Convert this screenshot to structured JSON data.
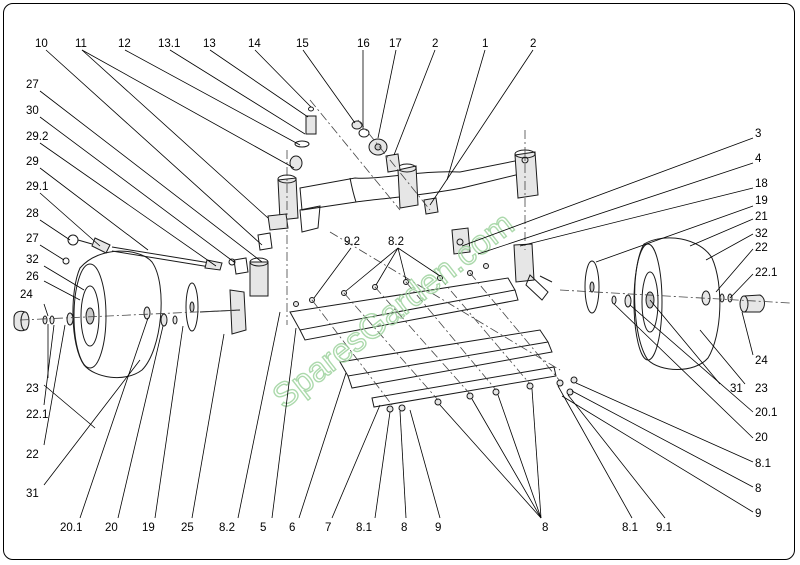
{
  "watermark": "SparesGarden.com",
  "labels": {
    "t10": "10",
    "t11": "11",
    "t12": "12",
    "t13_1": "13.1",
    "t13": "13",
    "t14": "14",
    "t15": "15",
    "t16": "16",
    "t17": "17",
    "t2a": "2",
    "t1": "1",
    "t2b": "2",
    "t27a": "27",
    "t30": "30",
    "t29_2": "29.2",
    "t29": "29",
    "t29_1": "29.1",
    "t28": "28",
    "t27b": "27",
    "t32l": "32",
    "t26": "26",
    "t24l": "24",
    "t23l": "23",
    "t22_1l": "22.1",
    "t22l": "22",
    "t31l": "31",
    "t3": "3",
    "t4": "4",
    "t18": "18",
    "t19r": "19",
    "t21": "21",
    "t32r": "32",
    "t22r": "22",
    "t22_1r": "22.1",
    "t24r": "24",
    "t31r": "31",
    "t23r": "23",
    "t20_1r": "20.1",
    "t20r": "20",
    "t8_1r": "8.1",
    "t8r": "8",
    "t9r": "9",
    "t9_2": "9.2",
    "t8_2t": "8.2",
    "b20_1": "20.1",
    "b20": "20",
    "b19": "19",
    "b25": "25",
    "b8_2": "8.2",
    "b5": "5",
    "b6": "6",
    "b7": "7",
    "b8_1": "8.1",
    "b8": "8",
    "b9": "9",
    "b8c": "8",
    "b8_1r": "8.1",
    "b9_1": "9.1"
  }
}
